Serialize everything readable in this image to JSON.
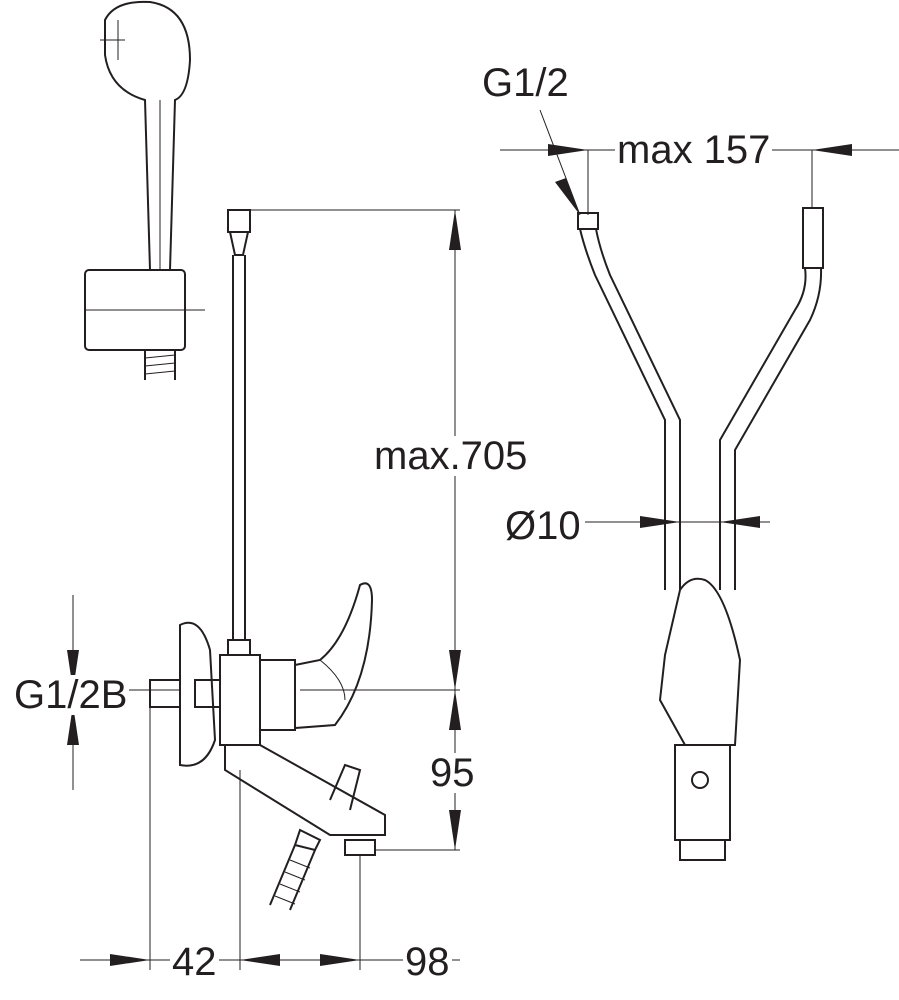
{
  "labels": {
    "inlet_thread_right": "G1/2",
    "max_width": "max 157",
    "max_height": "max.705",
    "pipe_diameter": "Ø10",
    "inlet_thread_left": "G1/2B",
    "spout_height": "95",
    "wall_distance": "42",
    "spout_projection": "98"
  },
  "colors": {
    "line": "#231f20",
    "background": "#ffffff"
  }
}
